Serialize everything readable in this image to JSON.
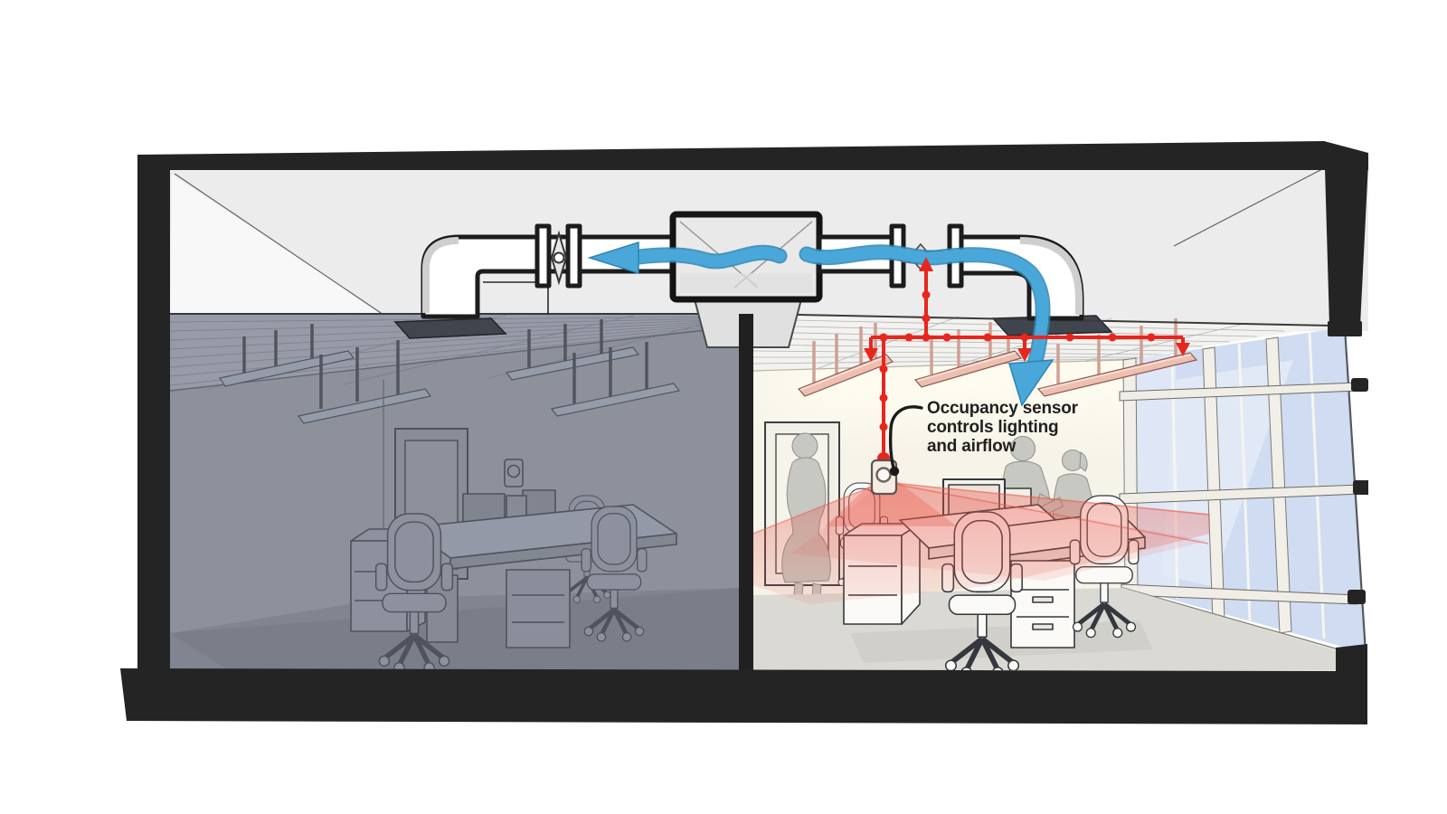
{
  "annotation": {
    "line1": "Occupancy sensor",
    "line2": "controls lighting",
    "line3": "and airflow"
  },
  "colors": {
    "wire_red": "#e8261d",
    "airflow_blue": "#49a8d9",
    "airflow_blue_edge": "#2b85b5",
    "fixture_salmon": "#edbfb1",
    "frame_black": "#242424",
    "inactive_room_gray": "#8e929d",
    "silhouette_gray": "#c6c8c1",
    "window_glass_blue": "#cfdcf1",
    "wall_cream": "#f6f3e9",
    "detection_cone_red": "#e85648"
  }
}
